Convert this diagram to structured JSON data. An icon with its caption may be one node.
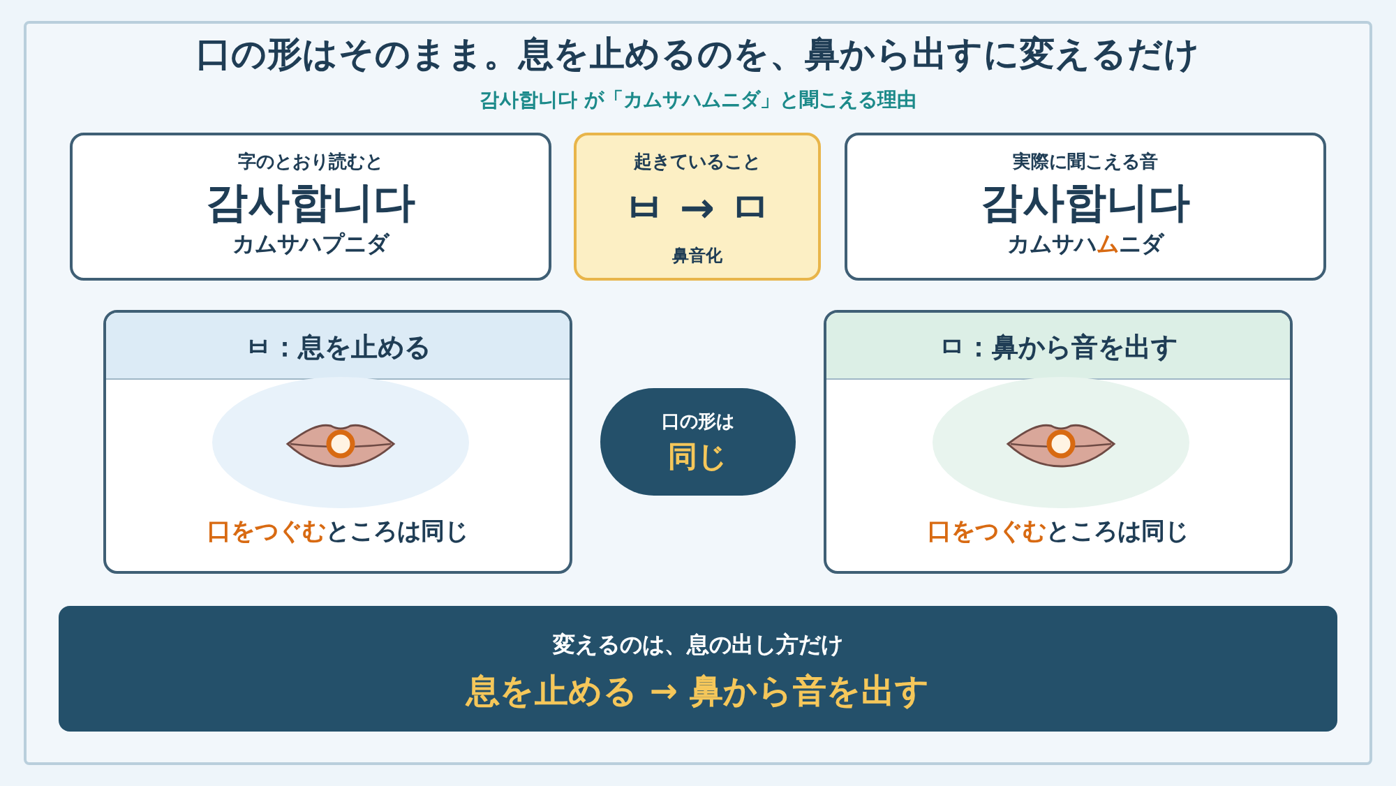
{
  "diagram": {
    "title": "口の形はそのまま。息を止めるのを、鼻から出すに変えるだけ",
    "nodes": [
      {
        "text": [
          "字のとおり読むと",
          "감사합니다",
          "カムサハプニダ"
        ]
      },
      {
        "text": [
          "起きていること",
          "ㅂ → ㅁ",
          "鼻音化"
        ]
      },
      {
        "text": [
          "実際に聞こえる音",
          "감사합니다",
          "カムサハ**ム**ニダ"
        ]
      },
      {
        "text": [
          "ㅂ：息を止める",
          "**口をつぐむ**ところは同じ"
        ]
      },
      {
        "text": [
          "口の形は",
          "同じ"
        ]
      },
      {
        "text": [
          "ㅁ：鼻から音を出す",
          "**口をつぐむ**ところは同じ"
        ]
      },
      {
        "text": [
          "変えるのは、息の出し方だけ",
          "息を止める → 鼻から音を出す"
        ]
      }
    ],
    "labels": [
      "감사합니다 が「カムサハムニダ」と聞こえる理由"
    ]
  }
}
